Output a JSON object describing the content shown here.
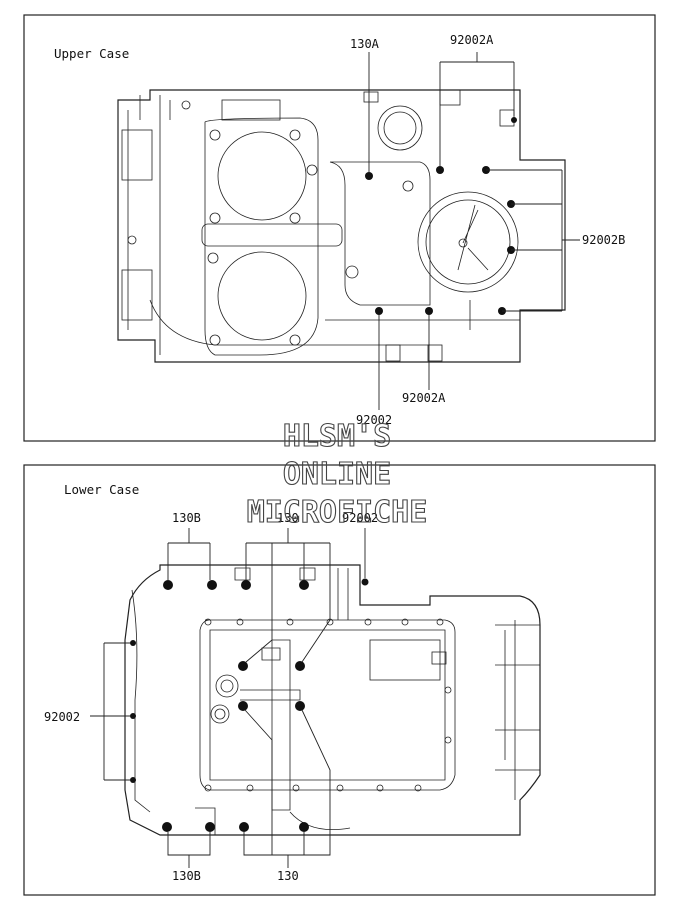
{
  "upper_panel": {
    "title": "Upper Case",
    "labels": {
      "p130a": "130A",
      "p92002a_top": "92002A",
      "p92002b": "92002B",
      "p92002a_bottom": "92002A",
      "p92002": "92002"
    }
  },
  "lower_panel": {
    "title": "Lower Case",
    "labels": {
      "p130b_top": "130B",
      "p130_top": "130",
      "p92002_top": "92002",
      "p92002_left": "92002",
      "p130b_bottom": "130B",
      "p130_bottom": "130"
    }
  },
  "watermark": {
    "line1": "HLSM'S",
    "line2": "ONLINE",
    "line3": "MICROFICHE"
  }
}
